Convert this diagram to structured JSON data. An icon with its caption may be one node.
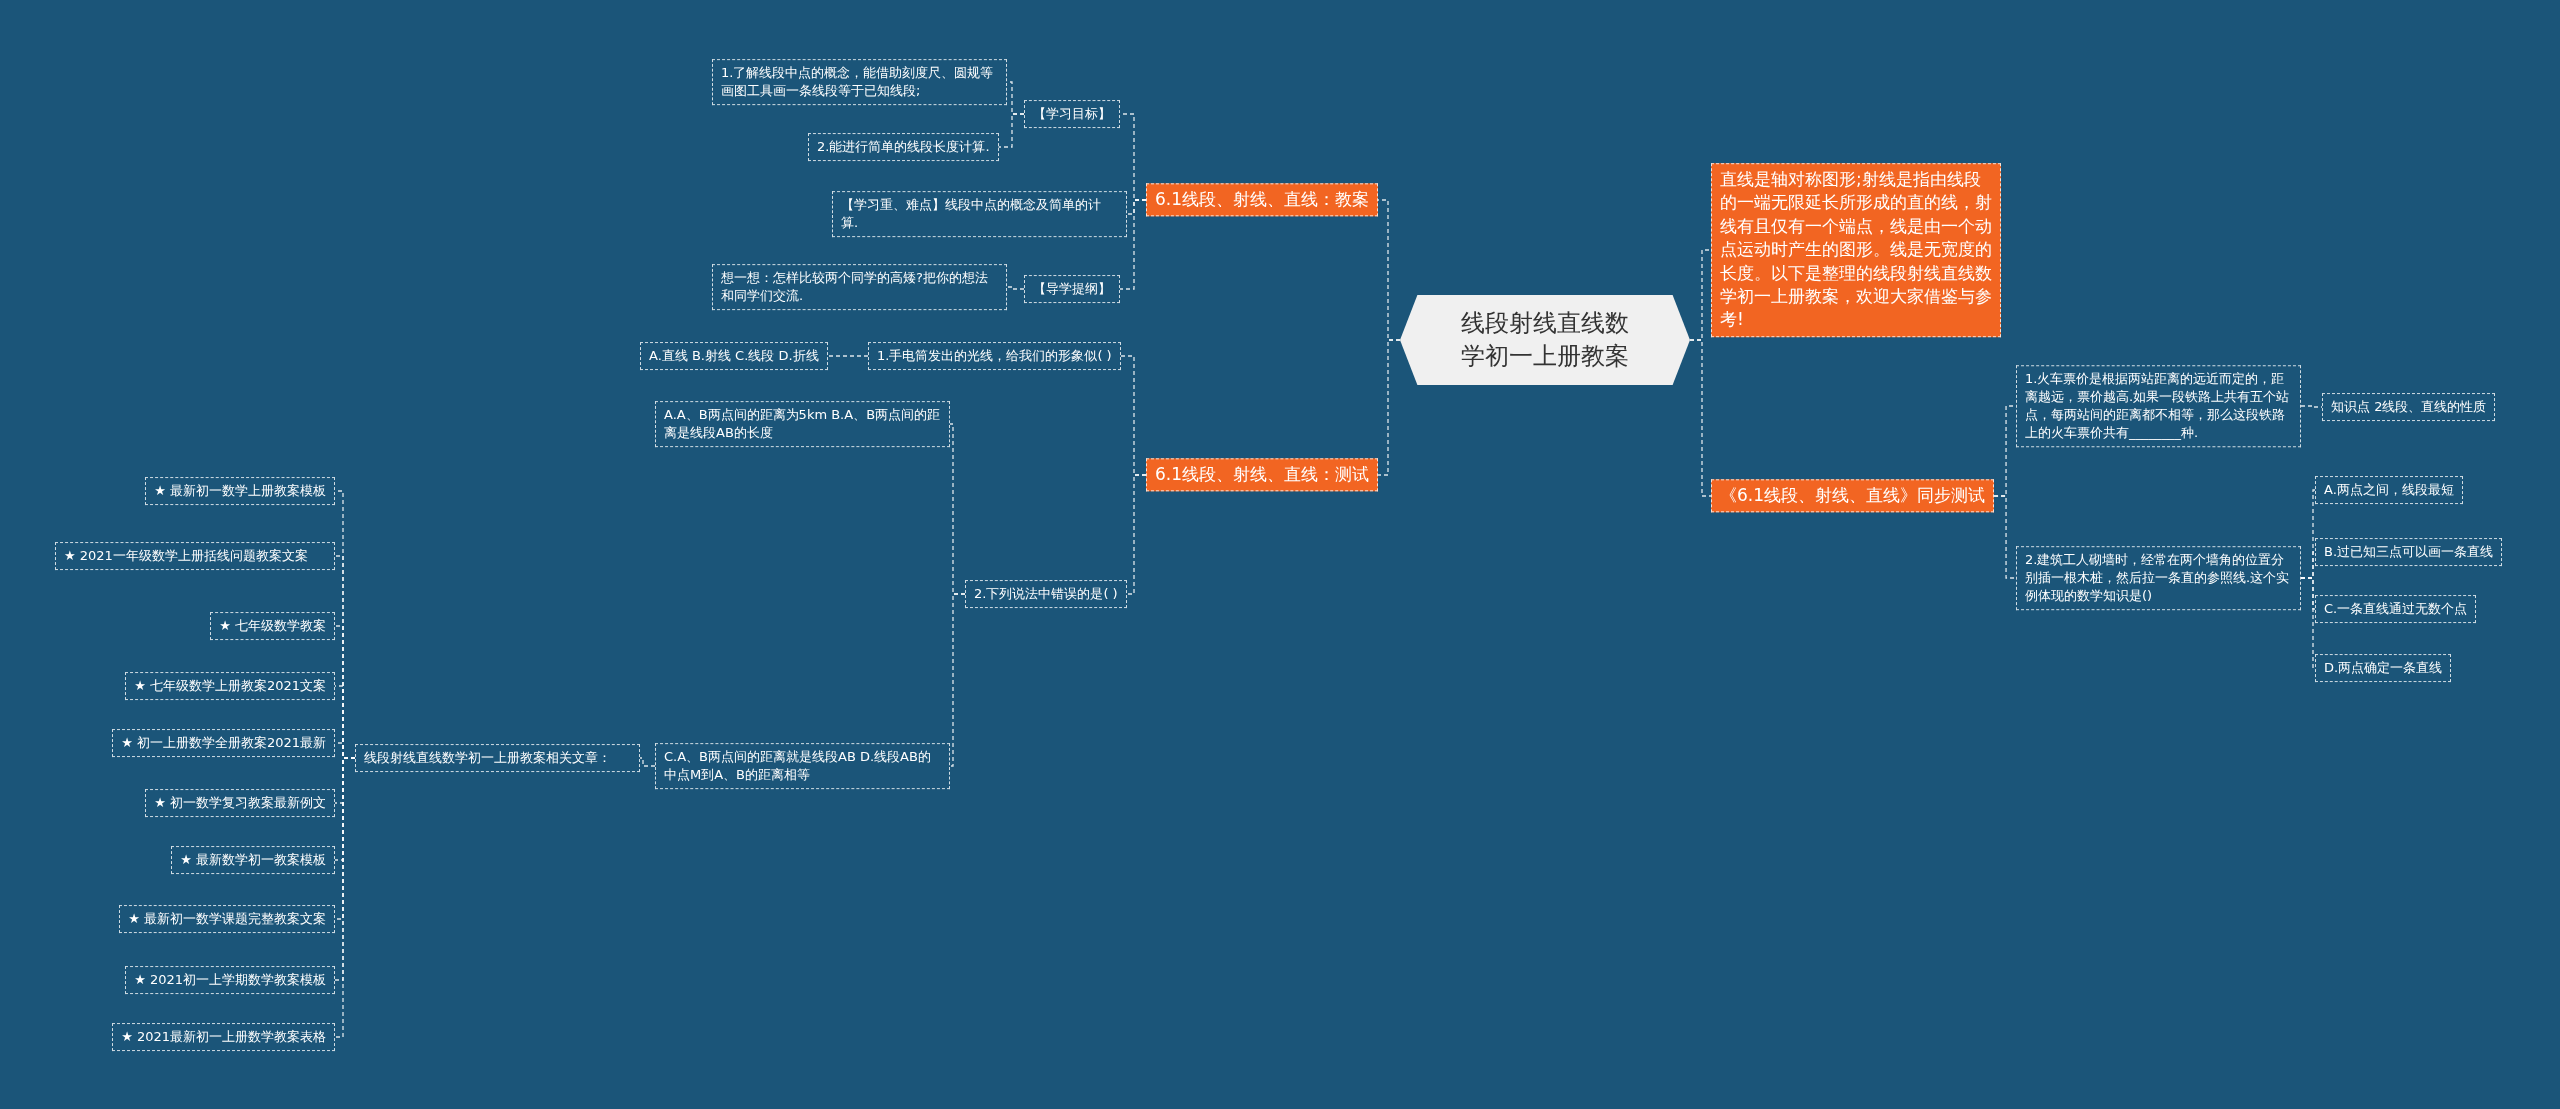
{
  "diagram": {
    "nodes": [
      {
        "text": [
          "线段射线直线数学初一上册教案"
        ]
      },
      {
        "text": [
          "6.1线段、射线、直线：教案"
        ]
      },
      {
        "text": [
          "【学习目标】"
        ]
      },
      {
        "text": [
          "1.了解线段中点的概念，能借助刻度尺、圆规等画图工具画一条线段等于已知线段;"
        ]
      },
      {
        "text": [
          "2.能进行简单的线段长度计算."
        ]
      },
      {
        "text": [
          "【学习重、难点】线段中点的概念及简单的计算."
        ]
      },
      {
        "text": [
          "【导学提纲】"
        ]
      },
      {
        "text": [
          "想一想：怎样比较两个同学的高矮?把你的想法和同学们交流."
        ]
      },
      {
        "text": [
          "6.1线段、射线、直线：测试"
        ]
      },
      {
        "text": [
          "1.手电筒发出的光线，给我们的形象似( )"
        ]
      },
      {
        "text": [
          "A.直线 B.射线 C.线段 D.折线"
        ]
      },
      {
        "text": [
          "2.下列说法中错误的是( )"
        ]
      },
      {
        "text": [
          "A.A、B两点间的距离为5km B.A、B两点间的距离是线段AB的长度"
        ]
      },
      {
        "text": [
          "C.A、B两点间的距离就是线段AB D.线段AB的中点M到A、B的距离相等"
        ]
      },
      {
        "text": [
          "线段射线直线数学初一上册教案相关文章："
        ]
      },
      {
        "text": [
          "★ 最新初一数学上册教案模板"
        ]
      },
      {
        "text": [
          "★ 2021一年级数学上册括线问题教案文案"
        ]
      },
      {
        "text": [
          "★ 七年级数学教案"
        ]
      },
      {
        "text": [
          "★ 七年级数学上册教案2021文案"
        ]
      },
      {
        "text": [
          "★ 初一上册数学全册教案2021最新"
        ]
      },
      {
        "text": [
          "★ 初一数学复习教案最新例文"
        ]
      },
      {
        "text": [
          "★ 最新数学初一教案模板"
        ]
      },
      {
        "text": [
          "★ 最新初一数学课题完整教案文案"
        ]
      },
      {
        "text": [
          "★ 2021初一上学期数学教案模板"
        ]
      },
      {
        "text": [
          "★ 2021最新初一上册数学教案表格"
        ]
      },
      {
        "text": [
          "直线是轴对称图形;射线是指由线段的一端无限延长所形成的直的线，射线有且仅有一个端点，线是由一个动点运动时产生的图形。线是无宽度的长度。以下是整理的线段射线直线数学初一上册教案，欢迎大家借鉴与参考!"
        ]
      },
      {
        "text": [
          "《6.1线段、射线、直线》同步测试"
        ]
      },
      {
        "text": [
          "1.火车票价是根据两站距离的远近而定的，距离越远，票价越高.如果一段铁路上共有五个站点，每两站间的距离都不相等，那么这段铁路上的火车票价共有________种."
        ]
      },
      {
        "text": [
          "知识点 2线段、直线的性质"
        ]
      },
      {
        "text": [
          "2.建筑工人砌墙时，经常在两个墙角的位置分别插一根木桩，然后拉一条直的参照线.这个实例体现的数学知识是()"
        ]
      },
      {
        "text": [
          "A.两点之间，线段最短"
        ]
      },
      {
        "text": [
          "B.过已知三点可以画一条直线"
        ]
      },
      {
        "text": [
          "C.一条直线通过无数个点"
        ]
      },
      {
        "text": [
          "D.两点确定一条直线"
        ]
      }
    ],
    "edges": [
      {
        "from": 0,
        "to": 1,
        "arrow": "none"
      },
      {
        "from": 1,
        "to": 2,
        "arrow": "none"
      },
      {
        "from": 2,
        "to": 3,
        "arrow": "none"
      },
      {
        "from": 2,
        "to": 4,
        "arrow": "none"
      },
      {
        "from": 1,
        "to": 5,
        "arrow": "none"
      },
      {
        "from": 1,
        "to": 6,
        "arrow": "none"
      },
      {
        "from": 6,
        "to": 7,
        "arrow": "none"
      },
      {
        "from": 0,
        "to": 8,
        "arrow": "none"
      },
      {
        "from": 8,
        "to": 9,
        "arrow": "none"
      },
      {
        "from": 9,
        "to": 10,
        "arrow": "none"
      },
      {
        "from": 8,
        "to": 11,
        "arrow": "none"
      },
      {
        "from": 11,
        "to": 12,
        "arrow": "none"
      },
      {
        "from": 11,
        "to": 13,
        "arrow": "none"
      },
      {
        "from": 13,
        "to": 14,
        "arrow": "none"
      },
      {
        "from": 14,
        "to": 15,
        "arrow": "none"
      },
      {
        "from": 14,
        "to": 16,
        "arrow": "none"
      },
      {
        "from": 14,
        "to": 17,
        "arrow": "none"
      },
      {
        "from": 14,
        "to": 18,
        "arrow": "none"
      },
      {
        "from": 14,
        "to": 19,
        "arrow": "none"
      },
      {
        "from": 14,
        "to": 20,
        "arrow": "none"
      },
      {
        "from": 14,
        "to": 21,
        "arrow": "none"
      },
      {
        "from": 14,
        "to": 22,
        "arrow": "none"
      },
      {
        "from": 14,
        "to": 23,
        "arrow": "none"
      },
      {
        "from": 14,
        "to": 24,
        "arrow": "none"
      },
      {
        "from": 0,
        "to": 25,
        "arrow": "none"
      },
      {
        "from": 0,
        "to": 26,
        "arrow": "none"
      },
      {
        "from": 26,
        "to": 27,
        "arrow": "none"
      },
      {
        "from": 27,
        "to": 28,
        "arrow": "none"
      },
      {
        "from": 26,
        "to": 29,
        "arrow": "none"
      },
      {
        "from": 29,
        "to": 30,
        "arrow": "none"
      },
      {
        "from": 29,
        "to": 31,
        "arrow": "none"
      },
      {
        "from": 29,
        "to": 32,
        "arrow": "none"
      },
      {
        "from": 29,
        "to": 33,
        "arrow": "none"
      }
    ]
  }
}
